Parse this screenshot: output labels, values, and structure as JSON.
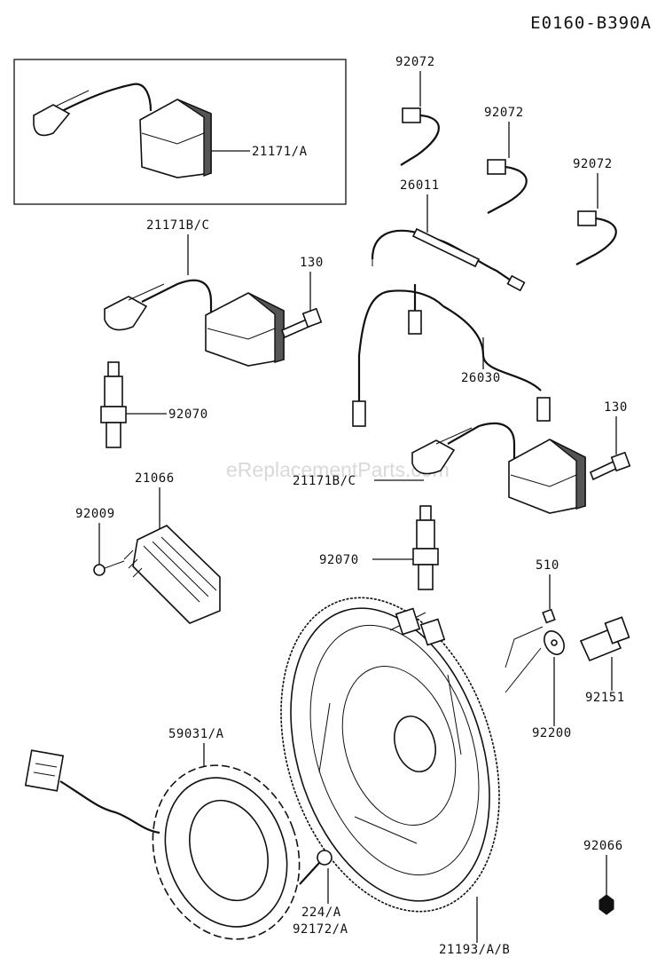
{
  "diagram_code": "E0160-B390A",
  "watermark": "eReplacementParts.com",
  "parts": [
    {
      "id": "p-21171A",
      "label": "21171/A"
    },
    {
      "id": "p-92072-a",
      "label": "92072"
    },
    {
      "id": "p-92072-b",
      "label": "92072"
    },
    {
      "id": "p-92072-c",
      "label": "92072"
    },
    {
      "id": "p-26011",
      "label": "26011"
    },
    {
      "id": "p-21171BC-top",
      "label": "21171B/C"
    },
    {
      "id": "p-130-top",
      "label": "130"
    },
    {
      "id": "p-26030",
      "label": "26030"
    },
    {
      "id": "p-92070-top",
      "label": "92070"
    },
    {
      "id": "p-130-mid",
      "label": "130"
    },
    {
      "id": "p-21066",
      "label": "21066"
    },
    {
      "id": "p-21171BC-mid",
      "label": "21171B/C"
    },
    {
      "id": "p-92009",
      "label": "92009"
    },
    {
      "id": "p-92070-mid",
      "label": "92070"
    },
    {
      "id": "p-510",
      "label": "510"
    },
    {
      "id": "p-92151",
      "label": "92151"
    },
    {
      "id": "p-92200",
      "label": "92200"
    },
    {
      "id": "p-59031A",
      "label": "59031/A"
    },
    {
      "id": "p-92066",
      "label": "92066"
    },
    {
      "id": "p-224A",
      "label": "224/A"
    },
    {
      "id": "p-92172A",
      "label": "92172/A"
    },
    {
      "id": "p-21193AB",
      "label": "21193/A/B"
    }
  ]
}
